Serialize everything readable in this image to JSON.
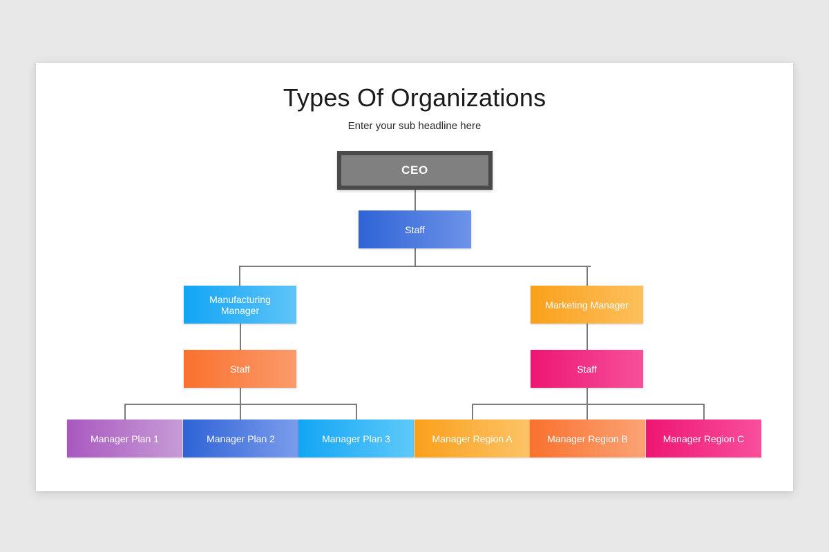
{
  "slide": {
    "title": "Types Of Organizations",
    "subtitle": "Enter your sub headline here",
    "background_color": "#e8e8e8",
    "card_color": "#ffffff"
  },
  "chart_data": {
    "type": "diagram",
    "diagram_type": "organizational-chart",
    "title": "Types Of Organizations",
    "subtitle": "Enter your sub headline here",
    "connector_color": "#7b7b7b",
    "levels": 5,
    "nodes": [
      {
        "id": "ceo",
        "label": "CEO",
        "level": 0,
        "parent": null,
        "style": "framed",
        "border_color": "#4a4a4a",
        "fill_color": "#808080",
        "text_color": "#ffffff"
      },
      {
        "id": "staff-top",
        "label": "Staff",
        "level": 1,
        "parent": "ceo",
        "style": "gradient",
        "gradient_from": "#2f63d6",
        "gradient_to": "#6d93e8",
        "text_color": "#ffffff"
      },
      {
        "id": "manufacturing-manager",
        "label": "Manufacturing\nManager",
        "level": 2,
        "parent": "staff-top",
        "style": "gradient",
        "gradient_from": "#12a5f4",
        "gradient_to": "#5ec3f8",
        "text_color": "#ffffff"
      },
      {
        "id": "marketing-manager",
        "label": "Marketing Manager",
        "level": 2,
        "parent": "staff-top",
        "style": "gradient",
        "gradient_from": "#f9a01b",
        "gradient_to": "#fcc05c",
        "text_color": "#ffffff"
      },
      {
        "id": "staff-left",
        "label": "Staff",
        "level": 3,
        "parent": "manufacturing-manager",
        "style": "gradient",
        "gradient_from": "#f9712e",
        "gradient_to": "#fb9a6b",
        "text_color": "#ffffff"
      },
      {
        "id": "staff-right",
        "label": "Staff",
        "level": 3,
        "parent": "marketing-manager",
        "style": "gradient",
        "gradient_from": "#ee1673",
        "gradient_to": "#f6509b",
        "text_color": "#ffffff"
      },
      {
        "id": "manager-plan-1",
        "label": "Manager Plan 1",
        "level": 4,
        "parent": "staff-left",
        "style": "gradient",
        "gradient_from": "#a958bf",
        "gradient_to": "#c79bd6",
        "text_color": "#ffffff"
      },
      {
        "id": "manager-plan-2",
        "label": "Manager Plan 2",
        "level": 4,
        "parent": "staff-left",
        "style": "gradient",
        "gradient_from": "#2f63d6",
        "gradient_to": "#7b9cec",
        "text_color": "#ffffff"
      },
      {
        "id": "manager-plan-3",
        "label": "Manager Plan 3",
        "level": 4,
        "parent": "staff-left",
        "style": "gradient",
        "gradient_from": "#12a5f4",
        "gradient_to": "#5ec9f9",
        "text_color": "#ffffff"
      },
      {
        "id": "manager-region-a",
        "label": "Manager Region A",
        "level": 4,
        "parent": "staff-right",
        "style": "gradient",
        "gradient_from": "#f9a01b",
        "gradient_to": "#fcc367",
        "text_color": "#ffffff"
      },
      {
        "id": "manager-region-b",
        "label": "Manager Region B",
        "level": 4,
        "parent": "staff-right",
        "style": "gradient",
        "gradient_from": "#f9712e",
        "gradient_to": "#fba375",
        "text_color": "#ffffff"
      },
      {
        "id": "manager-region-c",
        "label": "Manager Region C",
        "level": 4,
        "parent": "staff-right",
        "style": "gradient",
        "gradient_from": "#ee1673",
        "gradient_to": "#f84f9c",
        "text_color": "#ffffff"
      }
    ]
  }
}
